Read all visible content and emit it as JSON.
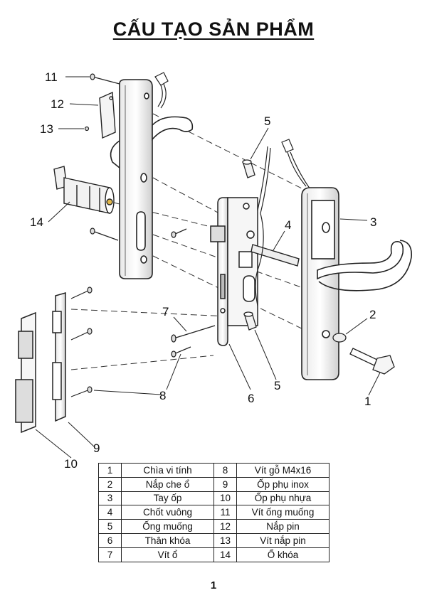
{
  "title": "CẤU TẠO SẢN PHẨM",
  "page_number": "1",
  "callouts": [
    "1",
    "2",
    "3",
    "4",
    "5",
    "5",
    "6",
    "7",
    "8",
    "9",
    "10",
    "11",
    "12",
    "13",
    "14"
  ],
  "parts": {
    "left": [
      {
        "no": "1",
        "name": "Chìa vi tính"
      },
      {
        "no": "2",
        "name": "Nắp che ổ"
      },
      {
        "no": "3",
        "name": "Tay ốp"
      },
      {
        "no": "4",
        "name": "Chốt vuông"
      },
      {
        "no": "5",
        "name": "Ống muống"
      },
      {
        "no": "6",
        "name": "Thân khóa"
      },
      {
        "no": "7",
        "name": "Vít ổ"
      }
    ],
    "right": [
      {
        "no": "8",
        "name": "Vít gỗ M4x16"
      },
      {
        "no": "9",
        "name": "Ốp phụ inox"
      },
      {
        "no": "10",
        "name": "Ốp phụ nhựa"
      },
      {
        "no": "11",
        "name": "Vít ống muống"
      },
      {
        "no": "12",
        "name": "Nắp pin"
      },
      {
        "no": "13",
        "name": "Vít nắp pin"
      },
      {
        "no": "14",
        "name": "Ổ khóa"
      }
    ]
  }
}
